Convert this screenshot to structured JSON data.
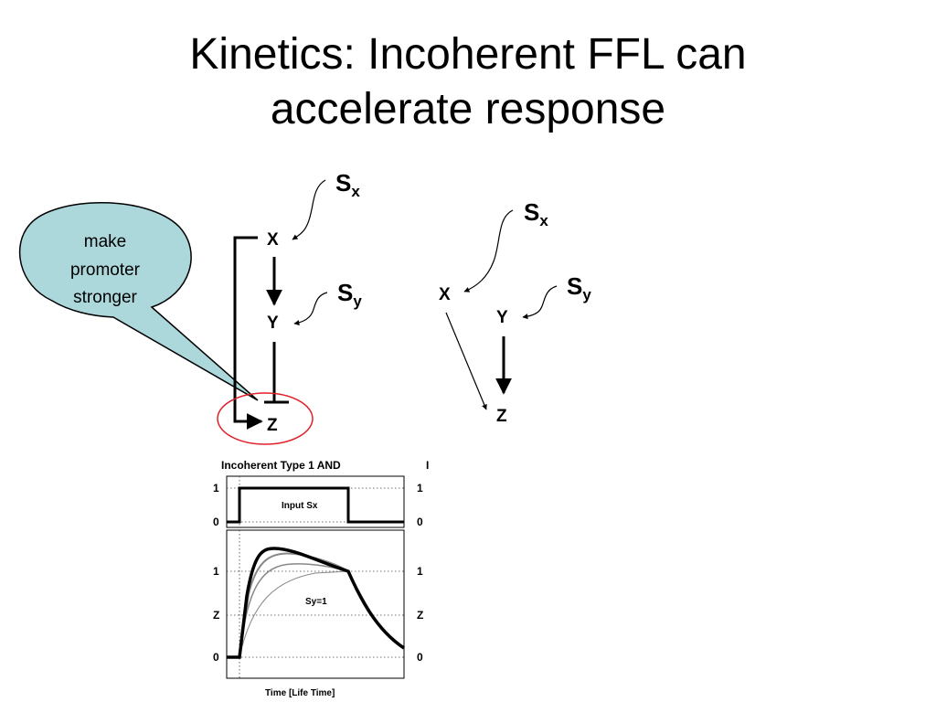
{
  "slide": {
    "title_line1": "Kinetics: Incoherent FFL can",
    "title_line2": "accelerate response"
  },
  "callout": {
    "line1": "make",
    "line2": "promoter",
    "line3": "stronger",
    "fill_color": "#acd8dc"
  },
  "left_network": {
    "signal_x": "S",
    "signal_x_sub": "x",
    "signal_y": "S",
    "signal_y_sub": "y",
    "node_x": "X",
    "node_y": "Y",
    "node_z": "Z",
    "highlight_color": "#e0202a"
  },
  "right_network": {
    "signal_x": "S",
    "signal_x_sub": "x",
    "signal_y": "S",
    "signal_y_sub": "y",
    "node_x": "X",
    "node_y": "Y",
    "node_z": "Z"
  },
  "chart_data": {
    "type": "line",
    "title": "Incoherent Type 1 AND",
    "xlabel": "Time [Life Time]",
    "top_panel": {
      "label": "Input Sx",
      "y_ticks": [
        "1",
        "0"
      ],
      "x": [
        0,
        0.4,
        0.4,
        1.8,
        1.8,
        2.5
      ],
      "y": [
        0,
        0,
        1,
        1,
        0,
        0
      ]
    },
    "bottom_panel": {
      "annotation": "Sy=1",
      "y_ticks": [
        "1",
        "Z",
        "0"
      ],
      "series_note": "heavy curve with a pulse above steady state; thinner curves rise more slowly to steady state"
    }
  }
}
